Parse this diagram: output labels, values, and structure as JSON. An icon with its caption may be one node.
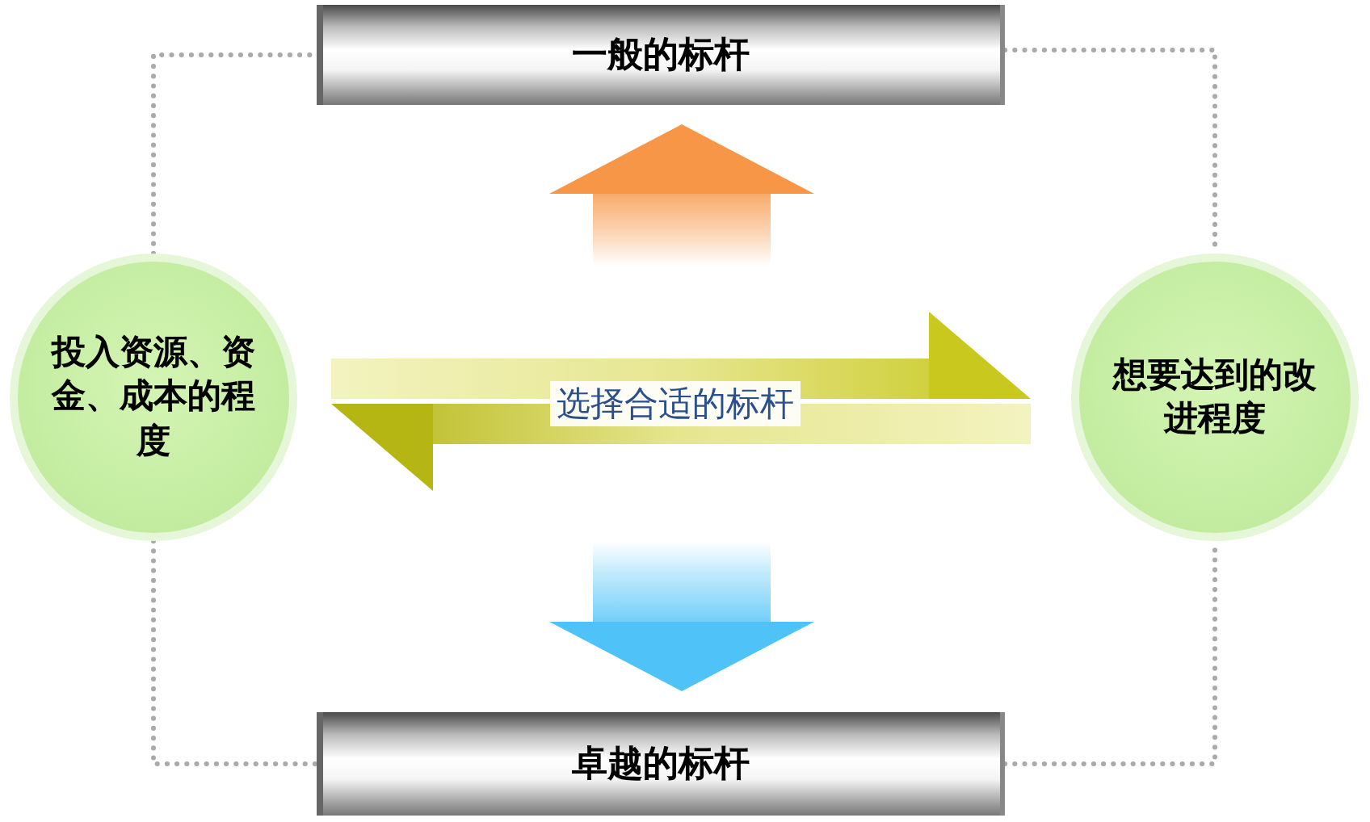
{
  "diagram": {
    "nodes": [
      {
        "text": [
          "一般的标杆"
        ]
      },
      {
        "text": [
          "投入资源、资金、成本的程度"
        ]
      },
      {
        "text": [
          "想要达到的改进程度"
        ]
      },
      {
        "text": [
          "卓越的标杆"
        ]
      }
    ],
    "edges": [
      {
        "from": 1,
        "to": 2,
        "arrow": "to",
        "label": "选择合适的标杆",
        "style": "thick",
        "color": "#c8c81e"
      },
      {
        "from": 2,
        "to": 1,
        "arrow": "to",
        "style": "thick",
        "color": "#b5b514"
      },
      {
        "from": null,
        "to": 0,
        "arrow": "to",
        "style": "thick",
        "color": "#f79646"
      },
      {
        "from": null,
        "to": 3,
        "arrow": "to",
        "style": "thick",
        "color": "#4fc3f7"
      },
      {
        "from": 1,
        "to": 0,
        "arrow": "none",
        "style": "dashed"
      },
      {
        "from": 0,
        "to": 2,
        "arrow": "none",
        "style": "dashed"
      },
      {
        "from": 1,
        "to": 3,
        "arrow": "none",
        "style": "dashed"
      },
      {
        "from": 3,
        "to": 2,
        "arrow": "none",
        "style": "dashed"
      }
    ]
  }
}
